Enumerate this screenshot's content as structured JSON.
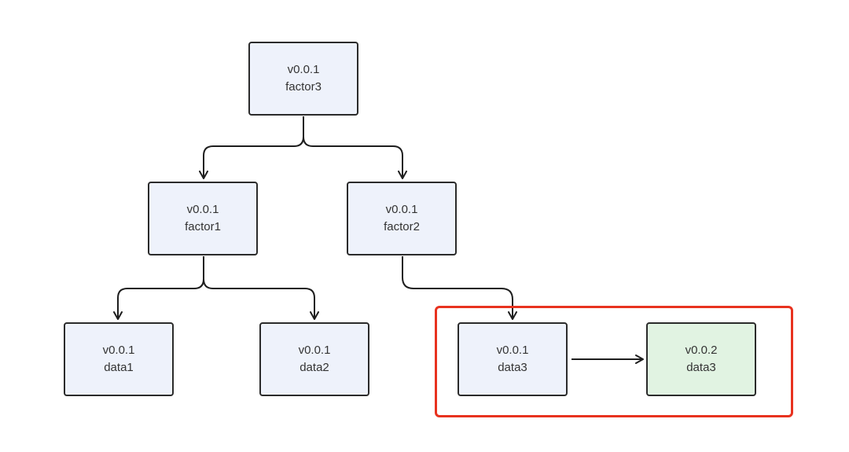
{
  "colors": {
    "node_fill": "#eef2fb",
    "node_fill_new": "#e1f3e2",
    "border": "#2b2b2b",
    "edge": "#1e1e1e",
    "highlight": "#e8321f"
  },
  "nodes": [
    {
      "id": "factor3",
      "version": "v0.0.1",
      "name": "factor3",
      "fill": "#eef2fb"
    },
    {
      "id": "factor1",
      "version": "v0.0.1",
      "name": "factor1",
      "fill": "#eef2fb"
    },
    {
      "id": "factor2",
      "version": "v0.0.1",
      "name": "factor2",
      "fill": "#eef2fb"
    },
    {
      "id": "data1",
      "version": "v0.0.1",
      "name": "data1",
      "fill": "#eef2fb"
    },
    {
      "id": "data2",
      "version": "v0.0.1",
      "name": "data2",
      "fill": "#eef2fb"
    },
    {
      "id": "data3a",
      "version": "v0.0.1",
      "name": "data3",
      "fill": "#eef2fb"
    },
    {
      "id": "data3b",
      "version": "v0.0.2",
      "name": "data3",
      "fill": "#e1f3e2"
    }
  ],
  "edges": [
    {
      "from": "factor3",
      "to": "factor1"
    },
    {
      "from": "factor3",
      "to": "factor2"
    },
    {
      "from": "factor1",
      "to": "data1"
    },
    {
      "from": "factor1",
      "to": "data2"
    },
    {
      "from": "factor2",
      "to": "data3a"
    },
    {
      "from": "data3a",
      "to": "data3b"
    }
  ],
  "highlight_group": [
    "data3a",
    "data3b"
  ]
}
